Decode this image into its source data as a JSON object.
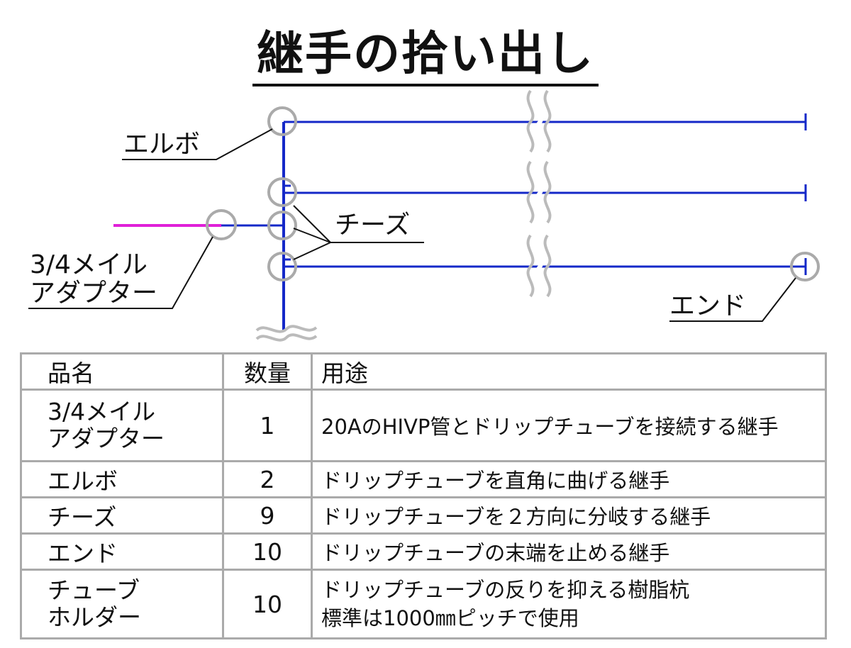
{
  "title": "継手の拾い出し",
  "labels": {
    "elbow": "エルボ",
    "tee": "チーズ",
    "adapter_line1": "3/4メイル",
    "adapter_line2": "アダプター",
    "end": "エンド"
  },
  "colors": {
    "pipe": "#1428c8",
    "hivp": "#e020d8",
    "circle": "#aaaaaa",
    "break_mark": "#bbbbbb",
    "leader": "#111111"
  },
  "table": {
    "headers": {
      "name": "品名",
      "qty": "数量",
      "use": "用途"
    },
    "rows": [
      {
        "name_line1": "3/4メイル",
        "name_line2": "アダプター",
        "qty": "1",
        "use_line1": "20AのHIVP管とドリップチューブを接続する継手",
        "use_line2": ""
      },
      {
        "name_line1": "エルボ",
        "name_line2": "",
        "qty": "2",
        "use_line1": "ドリップチューブを直角に曲げる継手",
        "use_line2": ""
      },
      {
        "name_line1": "チーズ",
        "name_line2": "",
        "qty": "9",
        "use_line1": "ドリップチューブを２方向に分岐する継手",
        "use_line2": ""
      },
      {
        "name_line1": "エンド",
        "name_line2": "",
        "qty": "10",
        "use_line1": "ドリップチューブの末端を止める継手",
        "use_line2": ""
      },
      {
        "name_line1": "チューブ",
        "name_line2": "ホルダー",
        "qty": "10",
        "use_line1": "ドリップチューブの反りを抑える樹脂杭",
        "use_line2": "標準は1000㎜ピッチで使用"
      }
    ]
  }
}
